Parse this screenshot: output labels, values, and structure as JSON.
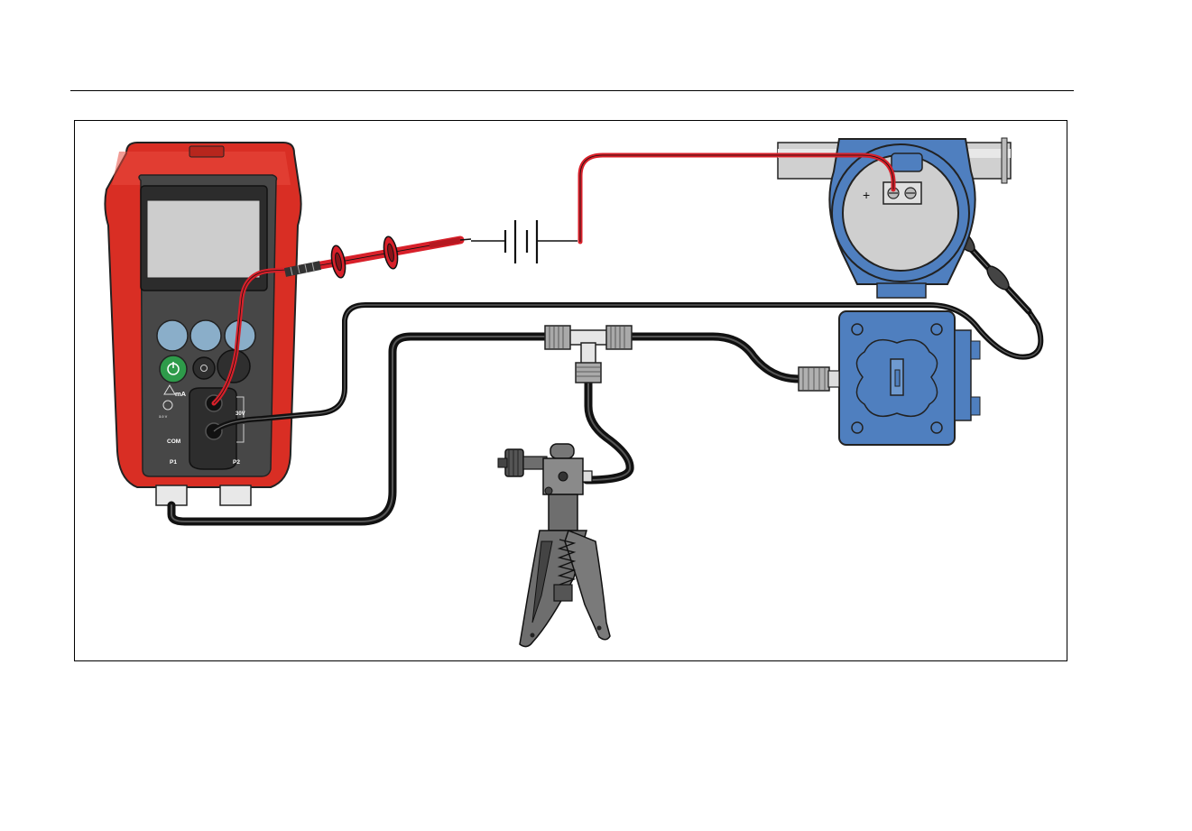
{
  "calibrator": {
    "label_ma": "mA",
    "label_30v": "30V",
    "label_com": "COM",
    "label_p1": "P1",
    "label_p2": "P2",
    "label_small": "3.0 V"
  },
  "transmitter": {
    "plus_label": "+"
  },
  "colors": {
    "calibrator_red": "#d92e24",
    "calibrator_dark": "#4a4a4a",
    "key_blue": "#8aaec9",
    "power_green": "#2e9b4a",
    "lead_red": "#d8202a",
    "transmitter_blue": "#4f7fbf",
    "hose": "#1a1a1a",
    "pump_gray": "#6e6e6e"
  }
}
